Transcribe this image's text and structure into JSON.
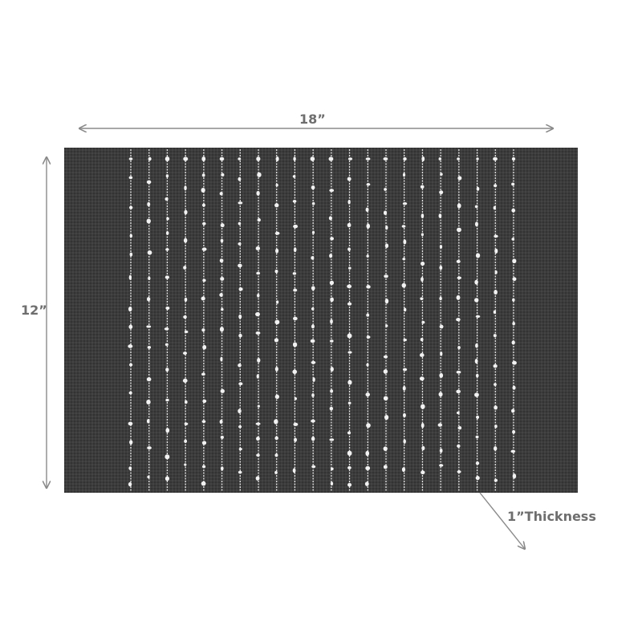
{
  "dimensions": {
    "width": "18”",
    "height": "12”",
    "thickness": "1”Thickness"
  },
  "colors": {
    "mat": "#3a3a3a",
    "stripe": "#e8e8e8",
    "arrow": "#8a8a8a",
    "label": "#6e6e6e"
  }
}
